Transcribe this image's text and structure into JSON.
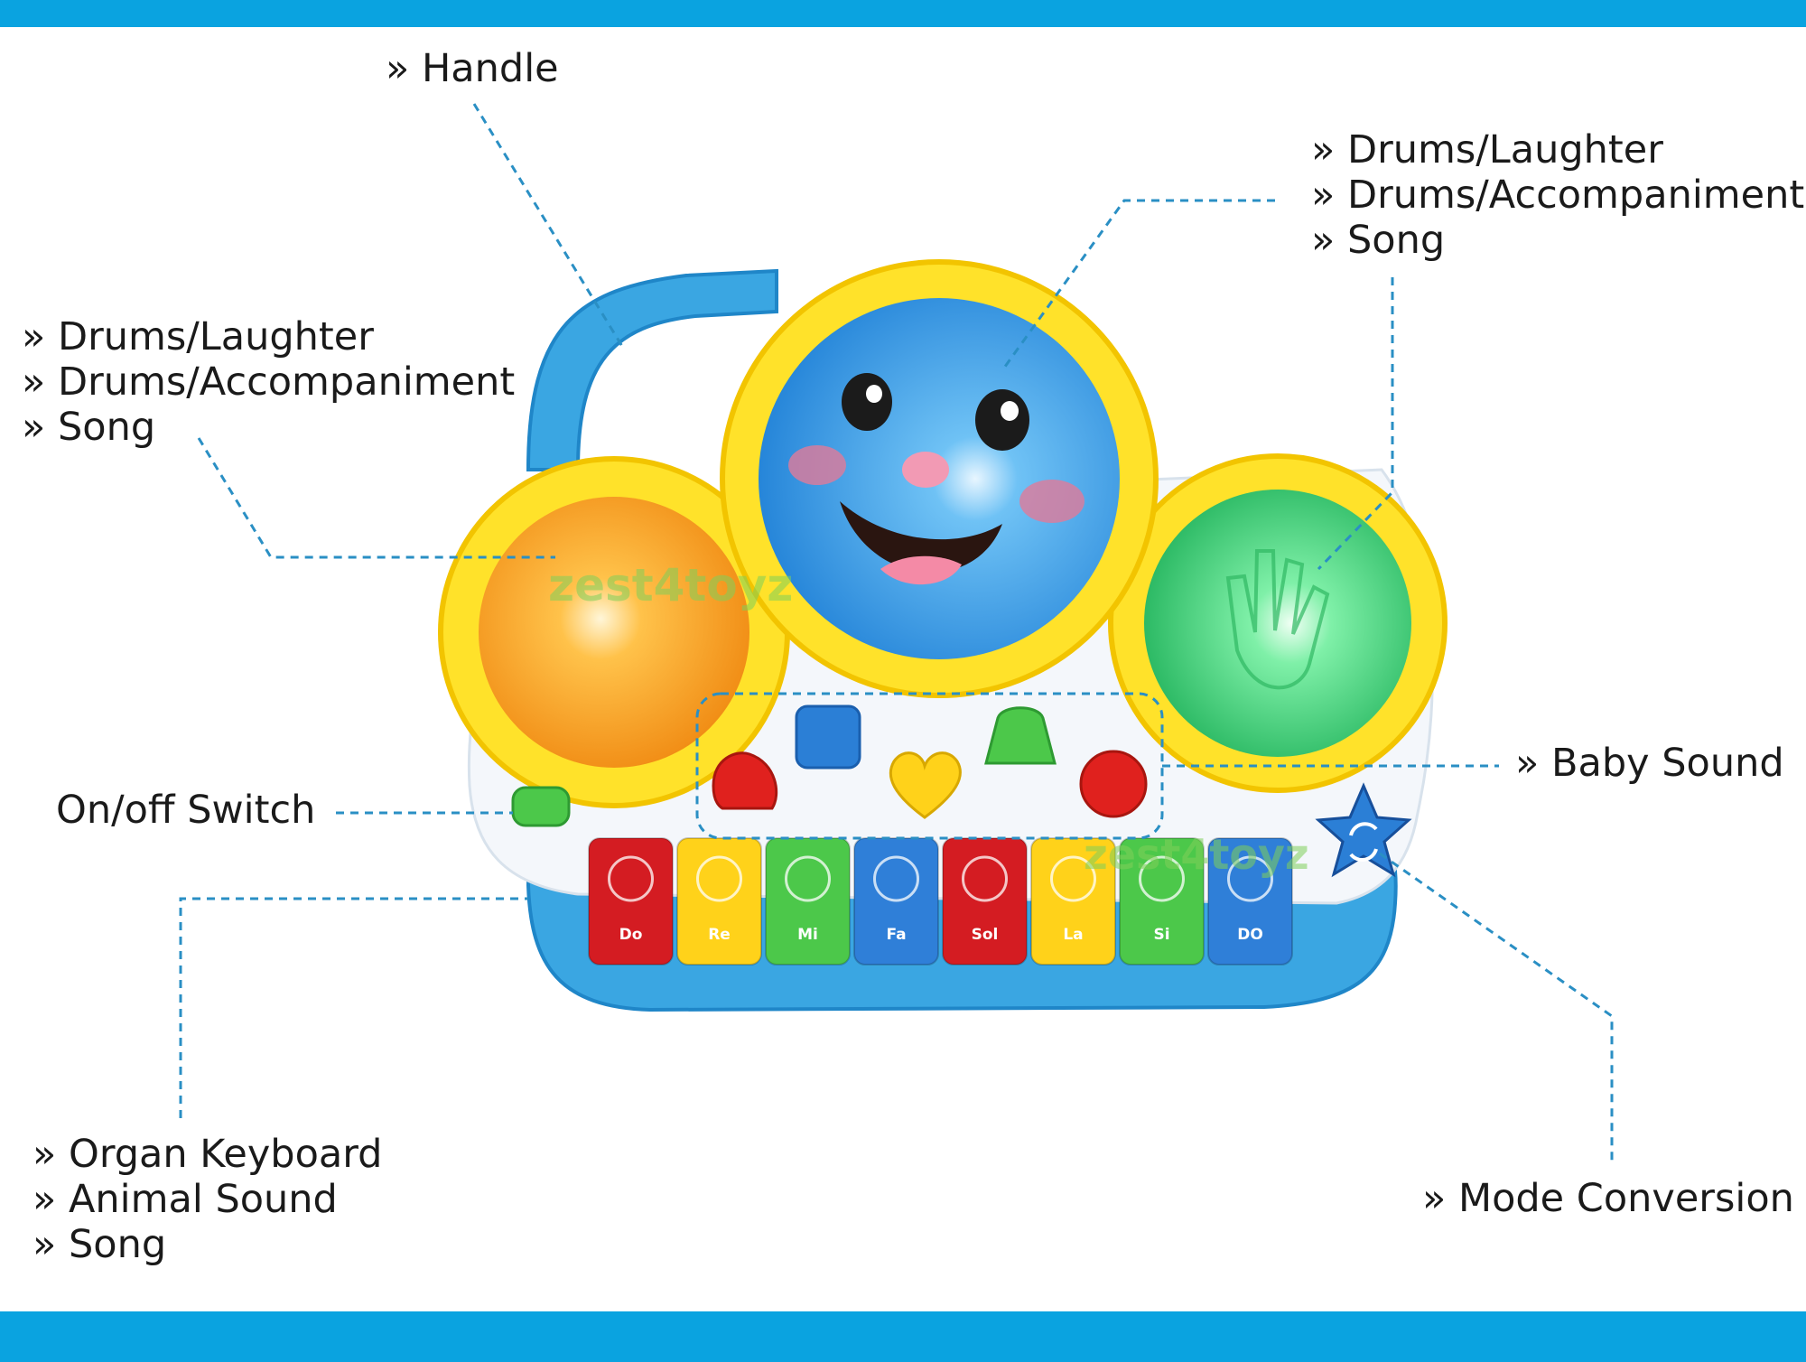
{
  "colors": {
    "band": "#0aa3e0",
    "leader_line": "#2a8fc4",
    "body_blue": "#3aa6e2",
    "trim_yellow": "#ffe22a",
    "drum_left": "#ff9a1e",
    "drum_center": "#2f8fe0",
    "drum_right": "#3fd07a"
  },
  "callouts": {
    "handle": [
      "» Handle"
    ],
    "drum_center": [
      "» Drums/Laughter",
      "» Drums/Accompaniment",
      "» Song"
    ],
    "drum_left": [
      "» Drums/Laughter",
      "» Drums/Accompaniment",
      "» Song"
    ],
    "on_off": [
      "On/off Switch"
    ],
    "baby_sound": [
      "» Baby Sound"
    ],
    "keyboard": [
      "» Organ Keyboard",
      "» Animal Sound",
      "» Song"
    ],
    "mode": [
      "» Mode Conversion"
    ]
  },
  "watermark": [
    "zest4toyz",
    "zest4toyz"
  ],
  "keys": [
    {
      "note": "Do",
      "color": "#d41c22",
      "icon": "sheep-icon"
    },
    {
      "note": "Re",
      "color": "#ffd21a",
      "icon": "bee-icon"
    },
    {
      "note": "Mi",
      "color": "#4cc84a",
      "icon": "duck-icon"
    },
    {
      "note": "Fa",
      "color": "#2f7fd8",
      "icon": "cow-icon"
    },
    {
      "note": "Sol",
      "color": "#d41c22",
      "icon": "frog-icon"
    },
    {
      "note": "La",
      "color": "#ffd21a",
      "icon": "monkey-icon"
    },
    {
      "note": "Si",
      "color": "#4cc84a",
      "icon": "bird-icon"
    },
    {
      "note": "DO",
      "color": "#2f7fd8",
      "icon": "elephant-icon"
    }
  ]
}
